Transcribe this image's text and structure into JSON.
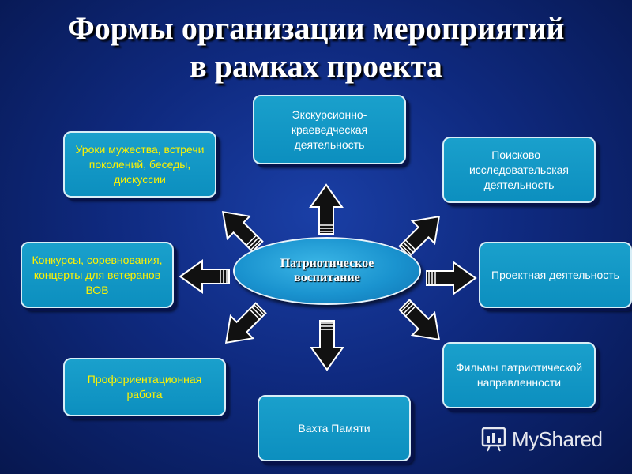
{
  "title": {
    "line1": "Формы организации мероприятий",
    "line2": "в рамках проекта"
  },
  "center": "Патриотическое воспитание",
  "nodes": {
    "top": "Экскурсионно-краеведческая деятельность",
    "top_left": "Уроки мужества, встречи поколений, беседы, дискуссии",
    "top_right": "Поисково–исследовательская деятельность",
    "left": "Конкурсы, соревнования, концерты для ветеранов ВОВ",
    "right": "Проектная деятельность",
    "bottom_left": "Профориентационная работа",
    "bottom": "Вахта Памяти",
    "bottom_right": "Фильмы патриотической направленности"
  },
  "colors": {
    "background": "#0f2a80",
    "box_fill": "#1296c6",
    "box_text_white": "#ffffff",
    "box_text_yellow": "#fff200",
    "arrow_fill": "#111111",
    "arrow_outline": "#ffffff"
  },
  "watermark": "MyShared",
  "icons": [
    "arrow-up-icon",
    "arrow-left-icon",
    "arrow-right-icon",
    "arrow-down-icon",
    "myshared-logo-icon"
  ]
}
